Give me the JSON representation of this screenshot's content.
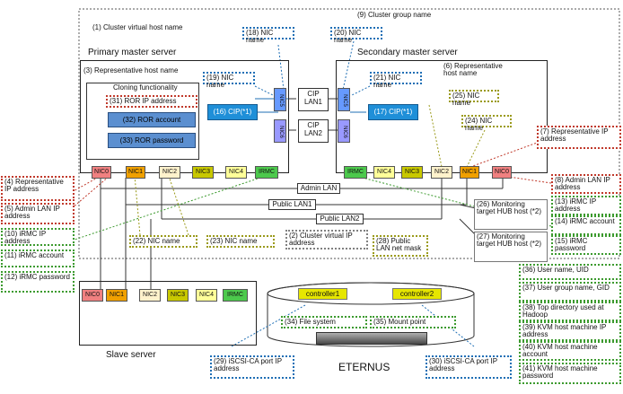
{
  "cluster_group": "(9) Cluster group name",
  "cluster_virtual_host": "(1) Cluster virtual host name",
  "primary": {
    "title": "Primary master server",
    "rep_host": "(3) Representative host name",
    "cloning": "Cloning functionality",
    "ror_ip": "(31) ROR IP address",
    "ror_account": "(32) ROR account",
    "ror_password": "(33) ROR password",
    "nic_name_19": "(19) NIC name",
    "cip16": "(16) CIP(*1)",
    "nic_name_18": "(18) NIC name",
    "nics": [
      "NIC0",
      "NIC1",
      "NIC2",
      "NIC3",
      "NIC4",
      "IRMC"
    ]
  },
  "secondary": {
    "title": "Secondary master server",
    "nic_name_20": "(20) NIC name",
    "nic_name_21": "(21) NIC name",
    "rep_host": "(6) Representative host name",
    "nic_name_25": "(25) NIC name",
    "nic_name_24": "(24) NIC name",
    "cip17": "(17) CIP(*1)",
    "nics": [
      "IRMC",
      "NIC4",
      "NIC3",
      "NIC2",
      "NIC1",
      "NIC0"
    ]
  },
  "cip_lan1": "CIP LAN1",
  "cip_lan2": "CIP LAN2",
  "nic5": "NIC5",
  "nic6": "NIC6",
  "networks": {
    "admin_lan": "Admin LAN",
    "public_lan1": "Public LAN1",
    "public_lan2": "Public LAN2"
  },
  "labels": {
    "l4": "(4) Representative IP address",
    "l5": "(5) Admin LAN IP address",
    "l10": "(10) iRMC IP address",
    "l11": "(11) iRMC account",
    "l12": "(12) iRMC password",
    "l7": "(7) Representative IP address",
    "l8": "(8) Admin LAN IP address",
    "l13": "(13) iRMC IP address",
    "l14": "(14) iRMC account",
    "l15": "(15) iRMC password",
    "l22": "(22) NIC name",
    "l23": "(23) NIC name",
    "l2": "(2) Cluster virtual IP address",
    "l28": "(28) Public LAN net mask",
    "l26": "(26) Monitoring target HUB host (*2)",
    "l27": "(27) Monitoring target HUB host (*2)",
    "l36": "(36) User name, UID",
    "l37": "(37) User group name, GID",
    "l38": "(38) Top directory used at Hadoop",
    "l39": "(39) KVM host machine IP address",
    "l40": "(40) KVM host machine account",
    "l41": "(41) KVM host machine password",
    "l34": "(34) File system",
    "l35": "(35) Mount point",
    "l29": "(29) iSCSI-CA port IP address",
    "l30": "(30) iSCSI-CA port IP address"
  },
  "slave": {
    "title": "Slave server",
    "nics": [
      "NIC0",
      "NIC1",
      "NIC2",
      "NIC3",
      "NIC4",
      "IRMC"
    ]
  },
  "storage": {
    "controller1": "controller1",
    "controller2": "controller2",
    "name": "ETERNUS"
  },
  "colors": {
    "nic0": "#f08080",
    "nic1": "#f0a000",
    "nic2": "#fff2cc",
    "nic3": "#c8c800",
    "nic4": "#ffff99",
    "irmc": "#4cc94c",
    "cip": "#1f8fd8",
    "nic5": "#6699ff",
    "nic6": "#9999ff"
  }
}
